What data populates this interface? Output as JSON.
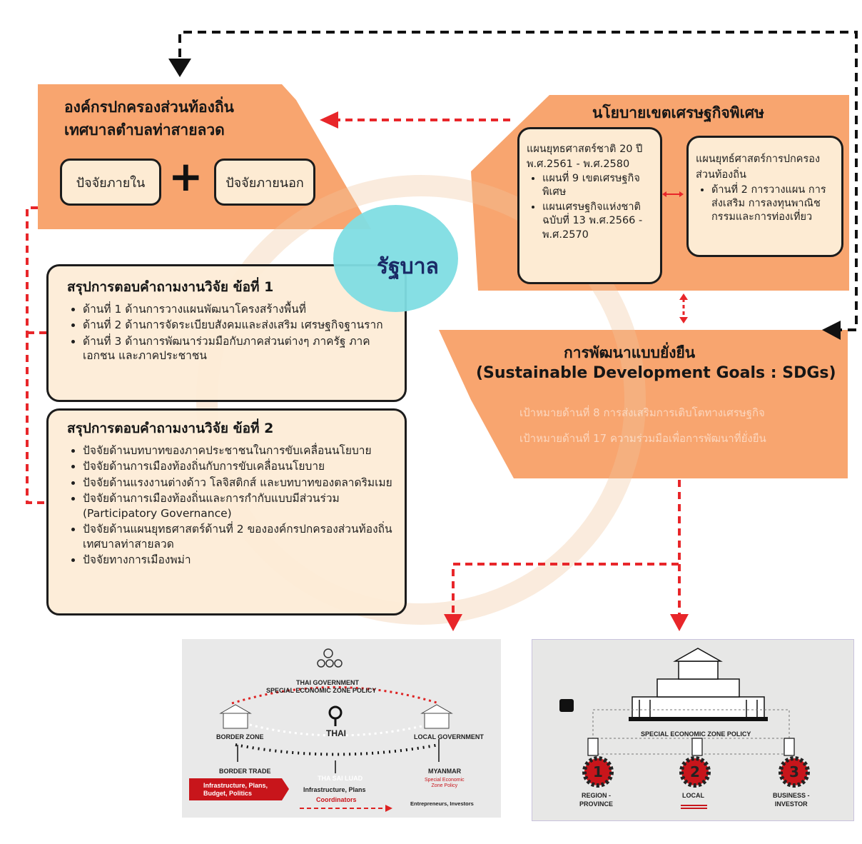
{
  "local_org": {
    "title_line1": "องค์กรปกครองส่วนท้องถิ่น",
    "title_line2": "เทศบาลตำบลท่าสายลวด",
    "internal": "ปัจจัยภายใน",
    "plus": "+",
    "external": "ปัจจัยภายนอก"
  },
  "sez_policy": {
    "title": "นโยบายเขตเศรษฐกิจพิเศษ",
    "national_plan": {
      "heading": "แผนยุทธศาสตร์ชาติ 20 ปี พ.ศ.2561 - พ.ศ.2580",
      "items": [
        "แผนที่ 9 เขตเศรษฐกิจพิเศษ",
        "แผนเศรษฐกิจแห่งชาติ ฉบับที่ 13 พ.ศ.2566 - พ.ศ.2570"
      ]
    },
    "local_plan": {
      "heading": "แผนยุทธ์ศาสตร์การปกครองส่วนท้องถิ่น",
      "items": [
        "ด้านที่ 2 การวางแผน การส่งเสริม การลงทุนพาณิชกรรมและการท่องเที่ยว"
      ]
    }
  },
  "center": {
    "label": "รัฐบาล"
  },
  "sdg": {
    "title_th": "การพัฒนาแบบยั่งยืน",
    "title_en": "(Sustainable Development Goals : SDGs)",
    "goals": [
      "เป้าหมายด้านที่ 8 การส่งเสริมการเติบโตทางเศรษฐกิจ",
      "เป้าหมายด้านที่ 17 ความร่วมมือเพื่อการพัฒนาที่ยั่งยืน"
    ]
  },
  "rq1": {
    "title": "สรุปการตอบคำถามงานวิจัย ข้อที่ 1",
    "items": [
      "ด้านที่ 1 ด้านการวางแผนพัฒนาโครงสร้างพื้นที่",
      "ด้านที่ 2 ด้านการจัดระเบียบสังคมและส่งเสริม เศรษฐกิจฐานราก",
      "ด้านที่ 3 ด้านการพัฒนาร่วมมือกับภาคส่วนต่างๆ ภาครัฐ ภาคเอกชน และภาคประชาชน"
    ]
  },
  "rq2": {
    "title": "สรุปการตอบคำถามงานวิจัย ข้อที่ 2",
    "items": [
      "ปัจจัยด้านบทบาทของภาคประชาชนในการขับเคลื่อนนโยบาย",
      "ปัจจัยด้านการเมืองท้องถิ่นกับการขับเคลื่อนนโยบาย",
      "ปัจจัยด้านแรงงานต่างด้าว โลจิสติกส์ และบทบาทของตลาดริมเมย",
      "ปัจจัยด้านการเมืองท้องถิ่นและการกำกับแบบมีส่วนร่วม (Participatory Governance)",
      "ปัจจัยด้านแผนยุทธศาสตร์ด้านที่ 2 ขององค์กรปกครองส่วนท้องถิ่นเทศบาลท่าสายลวด",
      "ปัจจัยทางการเมืองพม่า"
    ]
  },
  "figure_left": {
    "gov": "THAI GOVERNMENT",
    "policy": "SPECIAL ECONOMIC ZONE POLICY",
    "border_zone": "BORDER ZONE",
    "thai": "THAI",
    "local_gov": "LOCAL GOVERNMENT",
    "border_trade": "BORDER TRADE",
    "tha_sai_luad": "THA SAI LUAD",
    "myanmar": "MYANMAR",
    "red_box": "Infrastructure, Plans, Budget, Politics",
    "infra": "Infrastructure, Plans",
    "coordinators": "Coordinators",
    "sez_small_1": "Special Economic",
    "sez_small_2": "Zone Policy",
    "entrepreneurs": "Entrepreneurs, Investors"
  },
  "figure_right": {
    "policy": "SPECIAL ECONOMIC ZONE POLICY",
    "n1": "1",
    "n2": "2",
    "n3": "3",
    "l1a": "REGION -",
    "l1b": "PROVINCE",
    "l2": "LOCAL",
    "l3a": "BUSINESS -",
    "l3b": "INVESTOR"
  },
  "colors": {
    "orange": "#f8a56f",
    "cream": "#fdebd3",
    "cyan": "#7fdde3",
    "red_dash": "#e8262a"
  }
}
